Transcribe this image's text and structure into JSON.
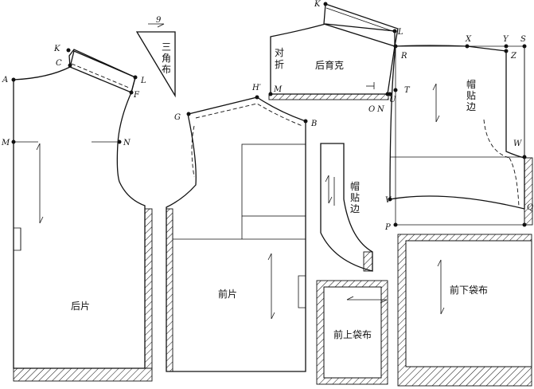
{
  "pieces": {
    "back": "后片",
    "front": "前片",
    "back_yoke": "后育克",
    "fold": [
      "对",
      "折"
    ],
    "hood_facing": [
      "帽",
      "贴",
      "边"
    ],
    "triangle": [
      "三",
      "角",
      "布"
    ],
    "upper_pocket": "前上袋布",
    "lower_pocket": "前下袋布"
  },
  "points": {
    "K": "K",
    "C": "C",
    "L": "L",
    "A": "A",
    "F": "F",
    "M": "M",
    "N": "N",
    "G": "G",
    "H": "H′",
    "B": "B",
    "O": "O",
    "R": "R",
    "X": "X",
    "Y": "Y",
    "S": "S",
    "Z": "Z",
    "T": "T",
    "U": "U",
    "W": "W",
    "V": "V",
    "P": "P",
    "Q": "Q"
  },
  "marks": {
    "nine": "9"
  }
}
